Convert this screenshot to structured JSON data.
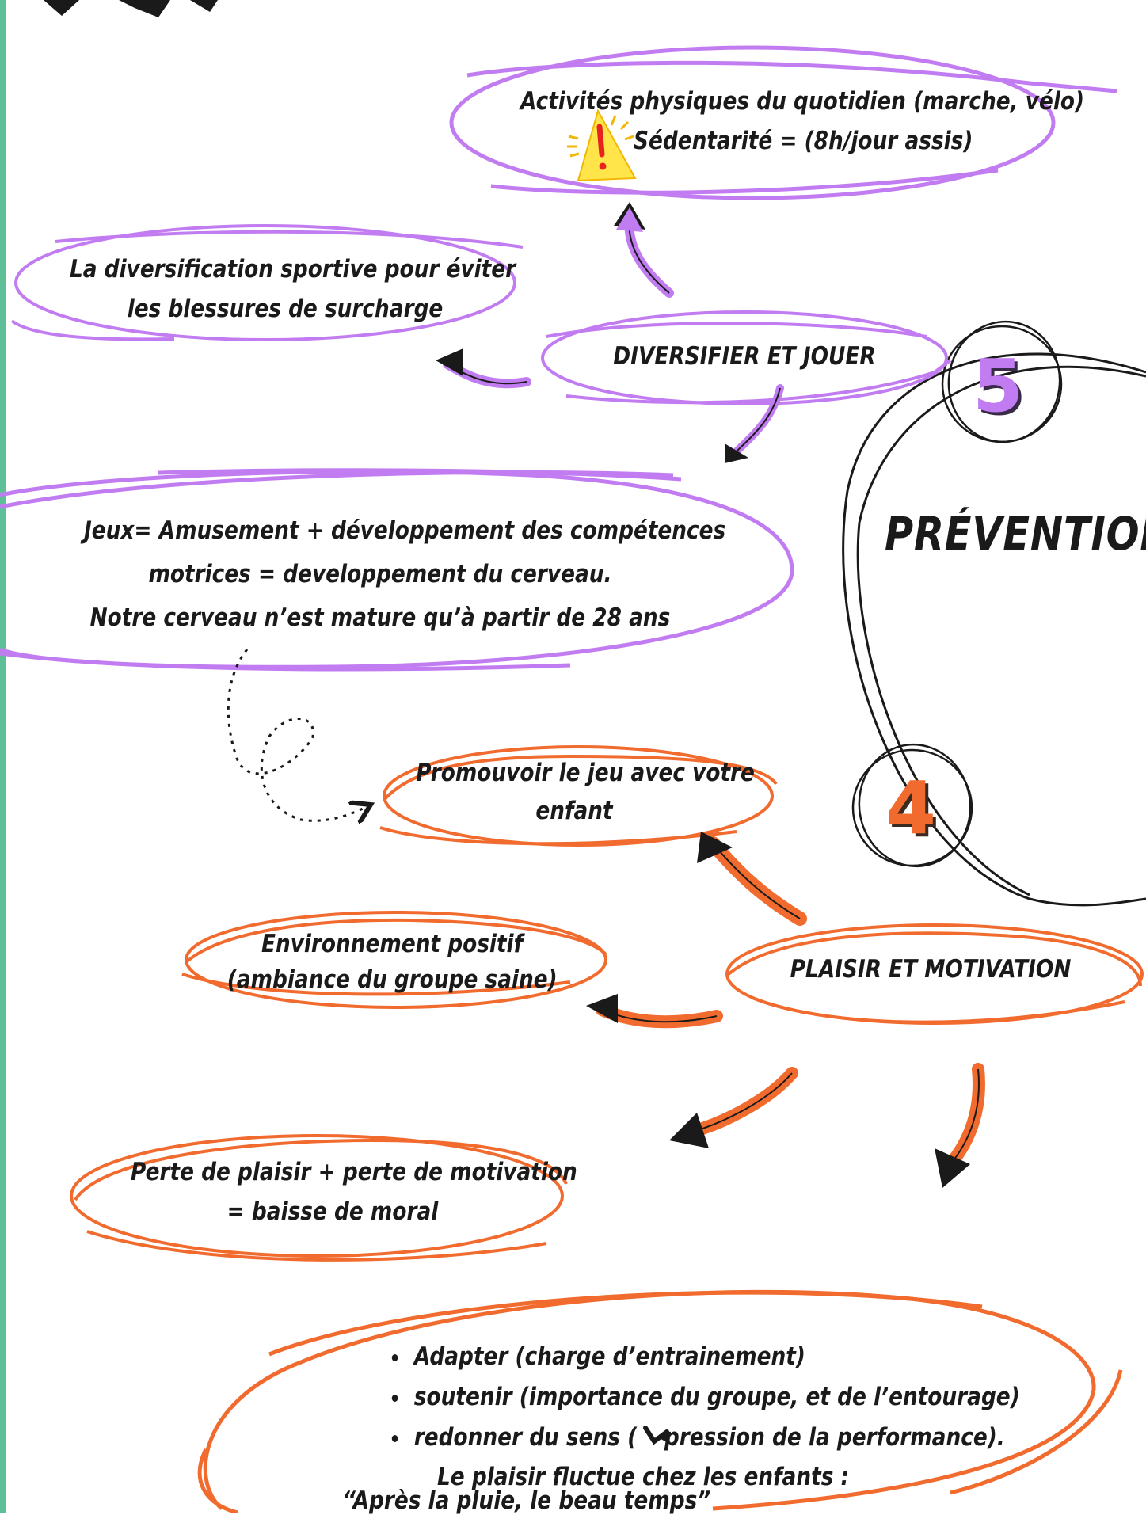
{
  "colors": {
    "purple": "#c27cf1",
    "orange": "#f26b2e",
    "green_stripe": "#5fbf98",
    "ink": "#1a1a1a"
  },
  "center": {
    "title": "PRÉVENTION",
    "number_top": "5",
    "number_bottom": "4"
  },
  "purple_section": {
    "hub": "DIVERSIFIER ET JOUER",
    "top_bubble": {
      "line1": "Activités physiques du quotidien (marche, vélo)",
      "line2": "Sédentarité = (8h/jour assis)",
      "icon": "warning-icon"
    },
    "left_bubble": {
      "line1": "La diversification sportive pour éviter",
      "line2": "les blessures de surcharge"
    },
    "big_bubble": {
      "line1": "Jeux= Amusement + développement des compétences",
      "line2": "motrices = developpement du cerveau.",
      "line3": "Notre cerveau n’est mature qu’à partir de 28 ans"
    }
  },
  "orange_section": {
    "hub": "PLAISIR ET MOTIVATION",
    "promote_bubble": {
      "line1": "Promouvoir le jeu avec votre",
      "line2": "enfant"
    },
    "env_bubble": {
      "line1": "Environnement positif",
      "line2": "(ambiance du groupe saine)"
    },
    "loss_bubble": {
      "line1": "Perte de plaisir + perte de motivation",
      "line2": "= baisse de moral"
    },
    "bottom_bubble": {
      "bullet1": "Adapter (charge d’entrainement)",
      "bullet2": "soutenir (importance du groupe, et de l’entourage)",
      "bullet3_before": "redonner du sens (",
      "bullet3_after": " pression de la performance).",
      "bullet3_icon": "down-right-arrow-icon",
      "line4": "Le plaisir fluctue chez les enfants :",
      "quote": "“Après la pluie, le beau temps”"
    }
  }
}
